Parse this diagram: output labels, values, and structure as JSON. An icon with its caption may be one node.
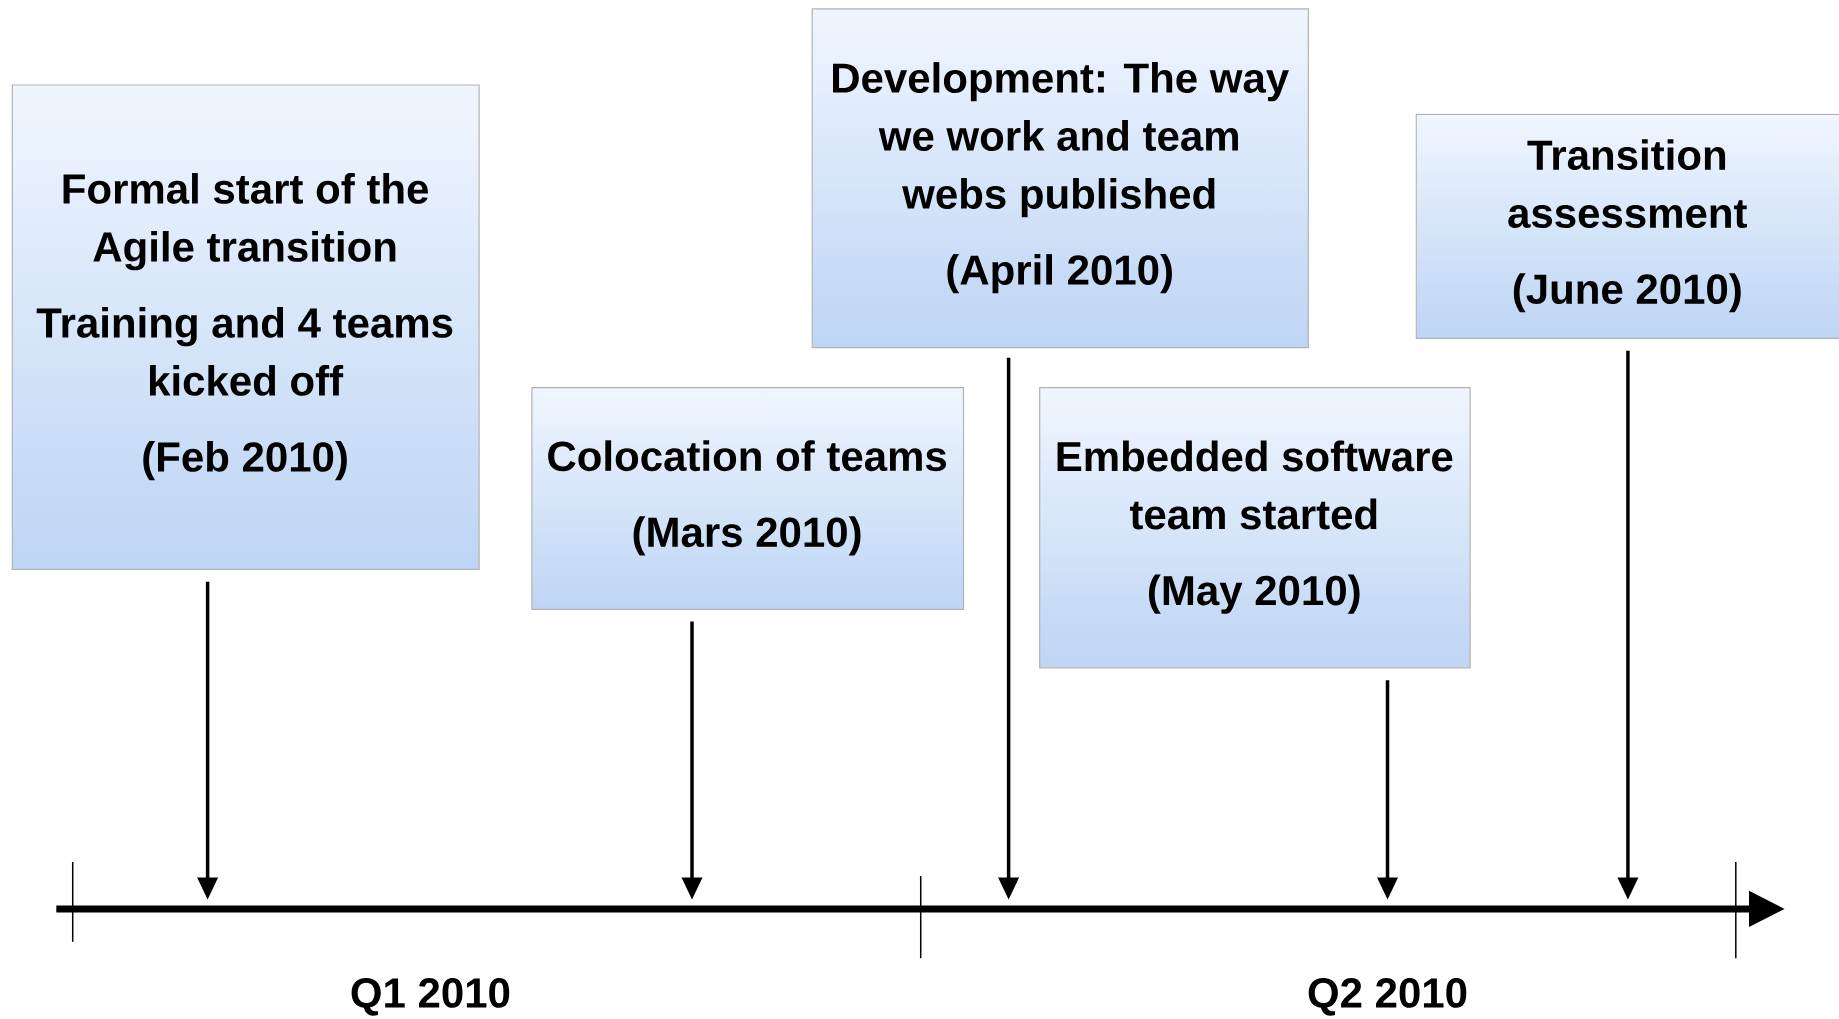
{
  "diagram": {
    "nodes": [
      {
        "text": [
          "Formal start of the Agile transition",
          "Training and 4 teams kicked off",
          "(Feb 2010)"
        ]
      },
      {
        "text": [
          "Colocation of teams",
          "(Mars 2010)"
        ]
      },
      {
        "text": [
          "Development: The way we work and team webs published",
          "(April 2010)"
        ]
      },
      {
        "text": [
          "Embedded software team started",
          "(May 2010)"
        ]
      },
      {
        "text": [
          "Transition assessment",
          "(June 2010)"
        ]
      }
    ],
    "edges": [
      {
        "from": 0,
        "to": null,
        "arrow": "to"
      },
      {
        "from": 1,
        "to": null,
        "arrow": "to"
      },
      {
        "from": 2,
        "to": null,
        "arrow": "to"
      },
      {
        "from": 3,
        "to": null,
        "arrow": "to"
      },
      {
        "from": 4,
        "to": null,
        "arrow": "to"
      }
    ],
    "labels": [
      "Q1 2010",
      "Q2 2010"
    ]
  }
}
